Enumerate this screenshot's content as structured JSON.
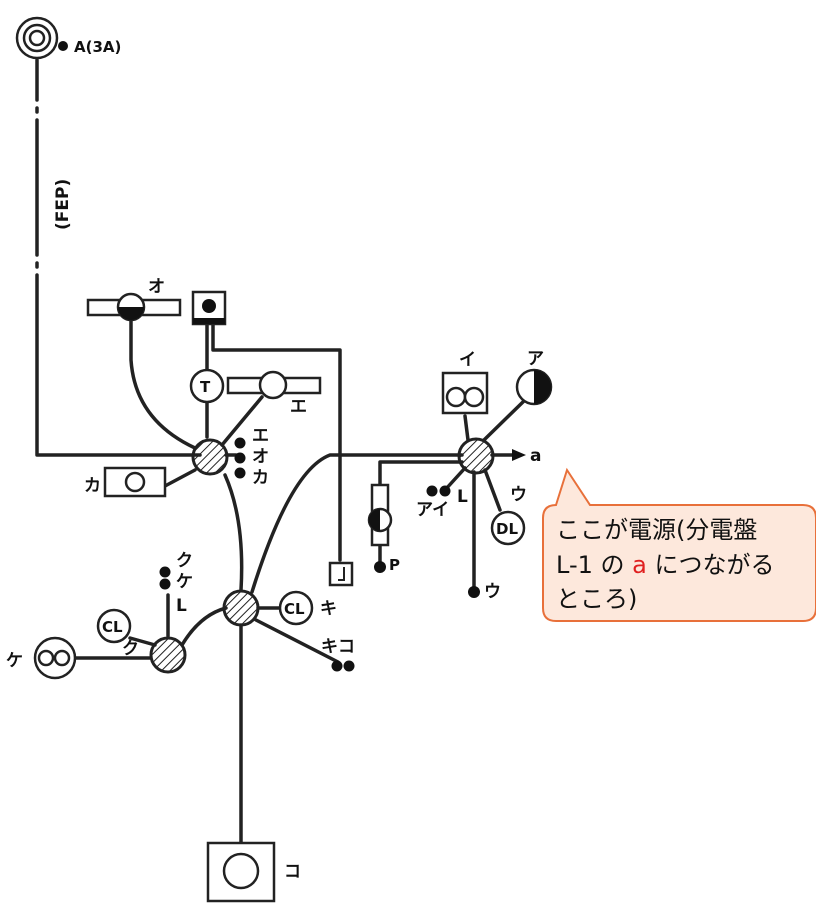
{
  "labels": {
    "a3a": "A(3A)",
    "fep": "(FEP)",
    "o_top": "オ",
    "e_mid": "エ",
    "ka_left": "カ",
    "sw_e": "エ",
    "sw_o": "オ",
    "sw_ka": "カ",
    "i_top": "イ",
    "a_top": "ア",
    "a_feed": "a",
    "sw_ai": "アイ",
    "sw_l": "L",
    "u_dl": "ウ",
    "u_bottom": "ウ",
    "p_label": "P",
    "ku1": "ク",
    "ke1": "ケ",
    "l1": "L",
    "ku2": "ク",
    "ke_left": "ケ",
    "ki": "キ",
    "kiko": "キコ",
    "ko": "コ"
  },
  "symbols": {
    "T": "T",
    "DL": "DL",
    "CL1": "CL",
    "CL2": "CL"
  },
  "callout": {
    "line1": "ここが電源(分電盤",
    "line2_pre": "L-1 の ",
    "line2_hl": "a",
    "line2_post": " につながる",
    "line3": "ところ)",
    "border_color": "#e8703a",
    "fill_color": "#fde8dc",
    "highlight_color": "#e02020"
  }
}
